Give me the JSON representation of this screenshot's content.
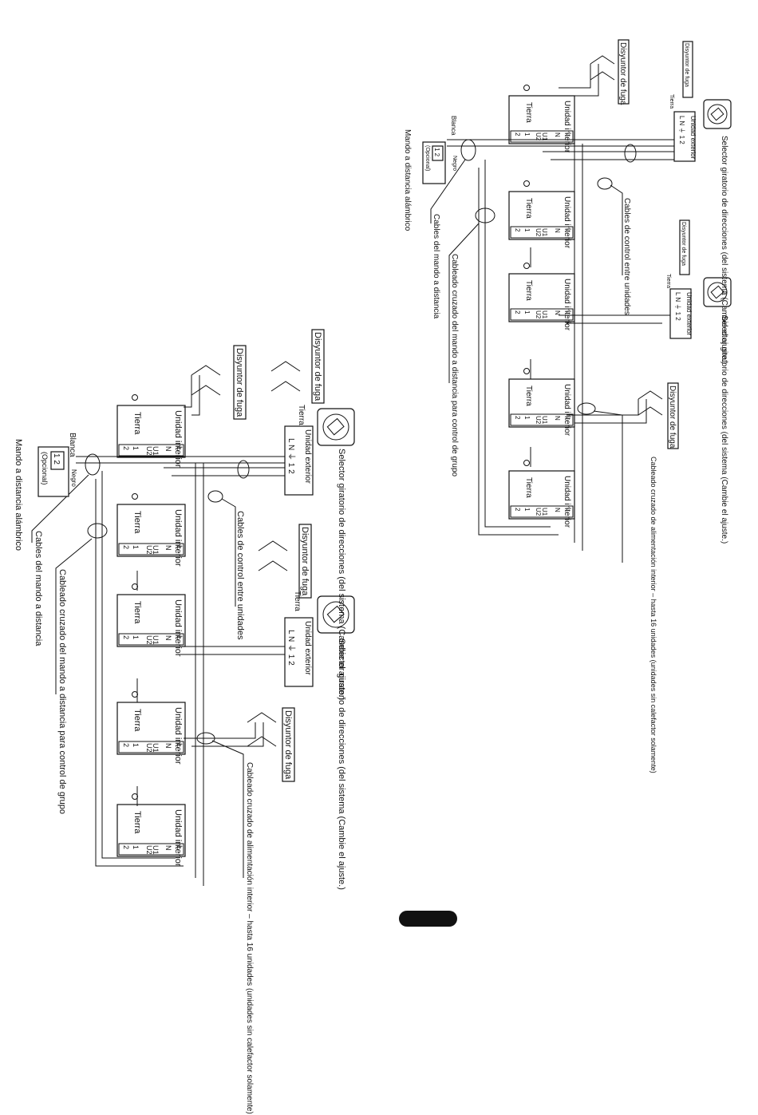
{
  "labels": {
    "indoor_unit": "Unidad interior",
    "earth": "Tierra",
    "outdoor_unit": "Unidad exterior",
    "leak_breaker": "Disyuntor de fuga",
    "rotary_selector": "Selector giratorio de direcciones (del sistema (Cambie el ajuste.)",
    "control_cables": "Cables de control entre unidades",
    "remote_cables": "Cables del mando a distancia",
    "group_cross_wiring": "Cableado cruzado del mando a distancia para control de grupo",
    "power_cross_wiring_a": "Cableado cruzado de alimentación interior – hasta 16 unidades (unidades sin calefactor solamente)",
    "power_cross_wiring_b": "Cableado cruzado de alimentación interior – hasta 16 unidades (unidades sin calefactor solamente)",
    "wired_remote": "Mando a distancia alámbrico",
    "optional": "(Opcional)",
    "white": "Blanca",
    "black": "Negro",
    "term_12": "1 2",
    "term_L": "L",
    "term_N": "N",
    "term_U1": "U1",
    "term_U2": "U2",
    "term_1": "1",
    "term_2": "2",
    "out_terms": "L N ⏚ 1 2"
  }
}
